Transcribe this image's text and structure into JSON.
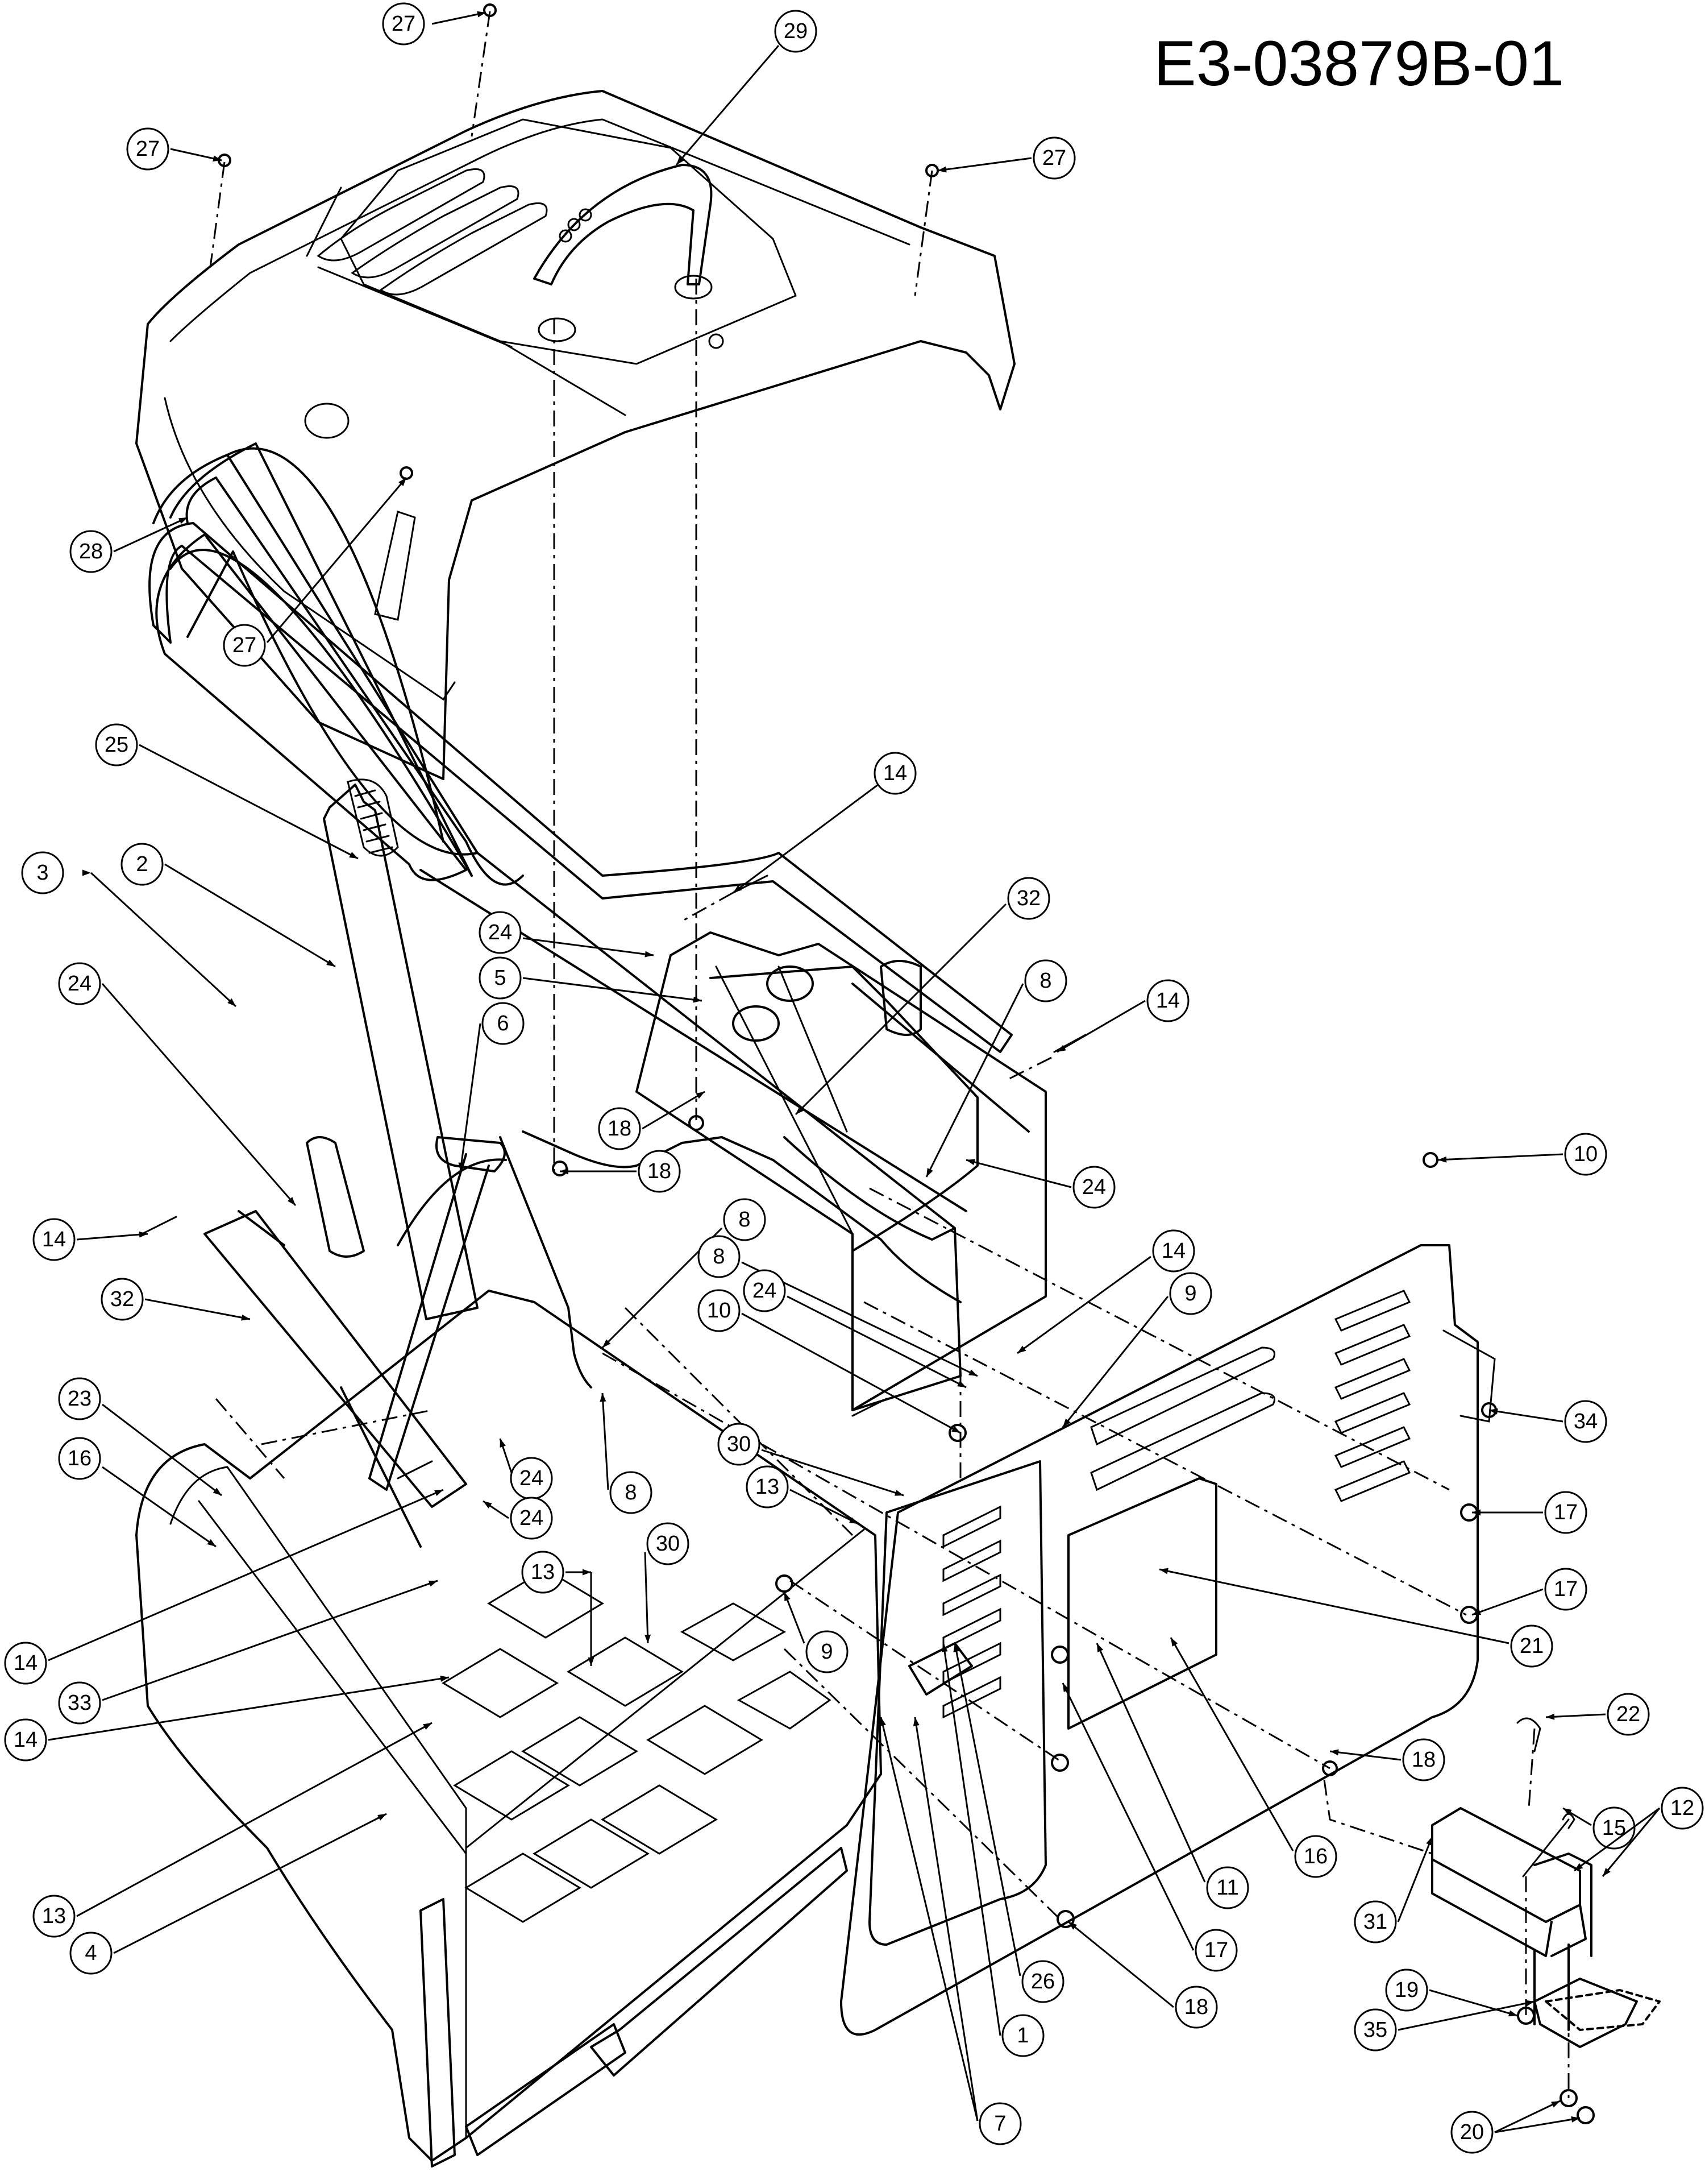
{
  "drawing": {
    "code": "E3-03879B-01"
  },
  "callouts": [
    {
      "label": "27"
    },
    {
      "label": "29"
    },
    {
      "label": "27"
    },
    {
      "label": "27"
    },
    {
      "label": "28"
    },
    {
      "label": "27"
    },
    {
      "label": "25"
    },
    {
      "label": "3"
    },
    {
      "label": "2"
    },
    {
      "label": "14"
    },
    {
      "label": "24"
    },
    {
      "label": "5"
    },
    {
      "label": "32"
    },
    {
      "label": "24"
    },
    {
      "label": "6"
    },
    {
      "label": "8"
    },
    {
      "label": "14"
    },
    {
      "label": "18"
    },
    {
      "label": "18"
    },
    {
      "label": "24"
    },
    {
      "label": "10"
    },
    {
      "label": "14"
    },
    {
      "label": "8"
    },
    {
      "label": "32"
    },
    {
      "label": "8"
    },
    {
      "label": "24"
    },
    {
      "label": "14"
    },
    {
      "label": "10"
    },
    {
      "label": "9"
    },
    {
      "label": "34"
    },
    {
      "label": "23"
    },
    {
      "label": "30"
    },
    {
      "label": "24"
    },
    {
      "label": "8"
    },
    {
      "label": "16"
    },
    {
      "label": "13"
    },
    {
      "label": "17"
    },
    {
      "label": "24"
    },
    {
      "label": "30"
    },
    {
      "label": "13"
    },
    {
      "label": "9"
    },
    {
      "label": "17"
    },
    {
      "label": "14"
    },
    {
      "label": "21"
    },
    {
      "label": "33"
    },
    {
      "label": "22"
    },
    {
      "label": "14"
    },
    {
      "label": "18"
    },
    {
      "label": "15"
    },
    {
      "label": "16"
    },
    {
      "label": "12"
    },
    {
      "label": "11"
    },
    {
      "label": "31"
    },
    {
      "label": "13"
    },
    {
      "label": "17"
    },
    {
      "label": "4"
    },
    {
      "label": "19"
    },
    {
      "label": "26"
    },
    {
      "label": "18"
    },
    {
      "label": "35"
    },
    {
      "label": "1"
    },
    {
      "label": "7"
    },
    {
      "label": "20"
    }
  ]
}
